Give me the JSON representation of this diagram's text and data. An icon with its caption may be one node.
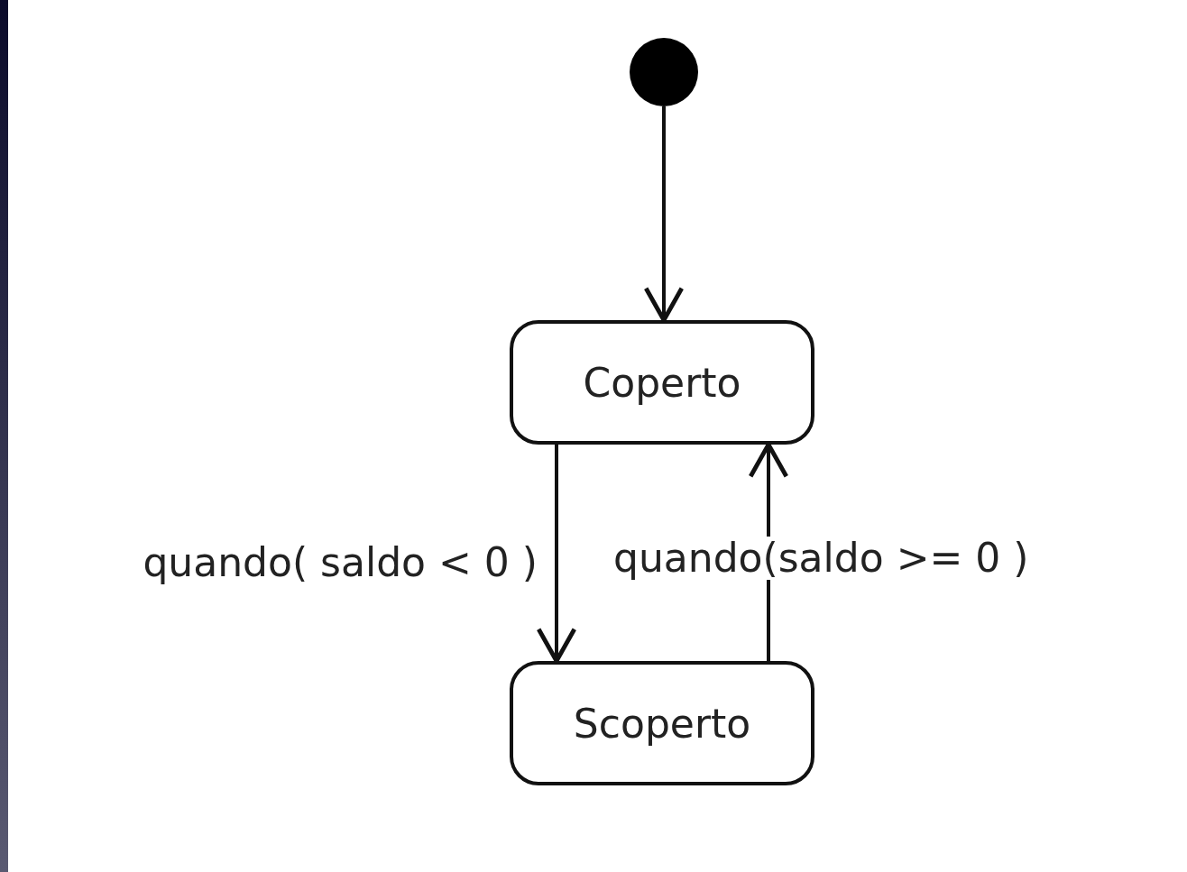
{
  "diagram": {
    "nodes": [
      {
        "text": [],
        "shape": "circle"
      },
      {
        "text": [
          "Coperto"
        ]
      },
      {
        "text": [
          "Scoperto"
        ]
      }
    ],
    "edges": [
      {
        "from": 0,
        "to": 1,
        "arrow": "to"
      },
      {
        "from": 1,
        "to": 2,
        "arrow": "to",
        "label": "quando( saldo < 0 )"
      },
      {
        "from": 2,
        "to": 1,
        "arrow": "to",
        "label": "quando(saldo >= 0 )"
      }
    ]
  }
}
